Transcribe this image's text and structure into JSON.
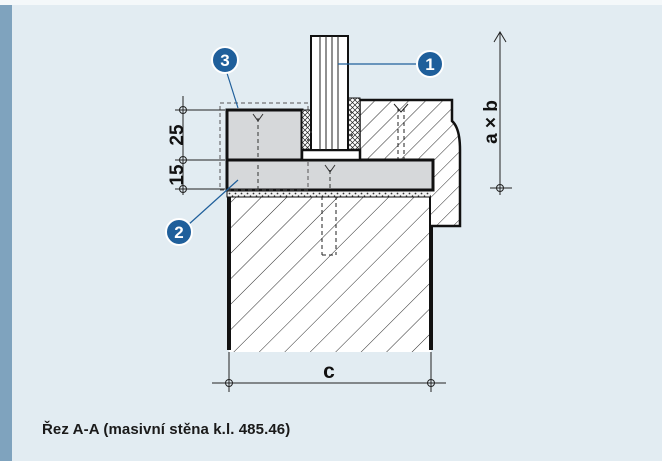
{
  "caption": "Řez A-A (masivní stěna k.l. 485.46)",
  "dimensions": {
    "d25": "25",
    "d15": "15",
    "axb": "a × b",
    "c": "c"
  },
  "callouts": [
    "1",
    "2",
    "3"
  ],
  "colors": {
    "background": "#e2ecf2",
    "stripe": "#7fa3be",
    "badge": "#1f5f9b",
    "concrete": "#d6d8da"
  }
}
